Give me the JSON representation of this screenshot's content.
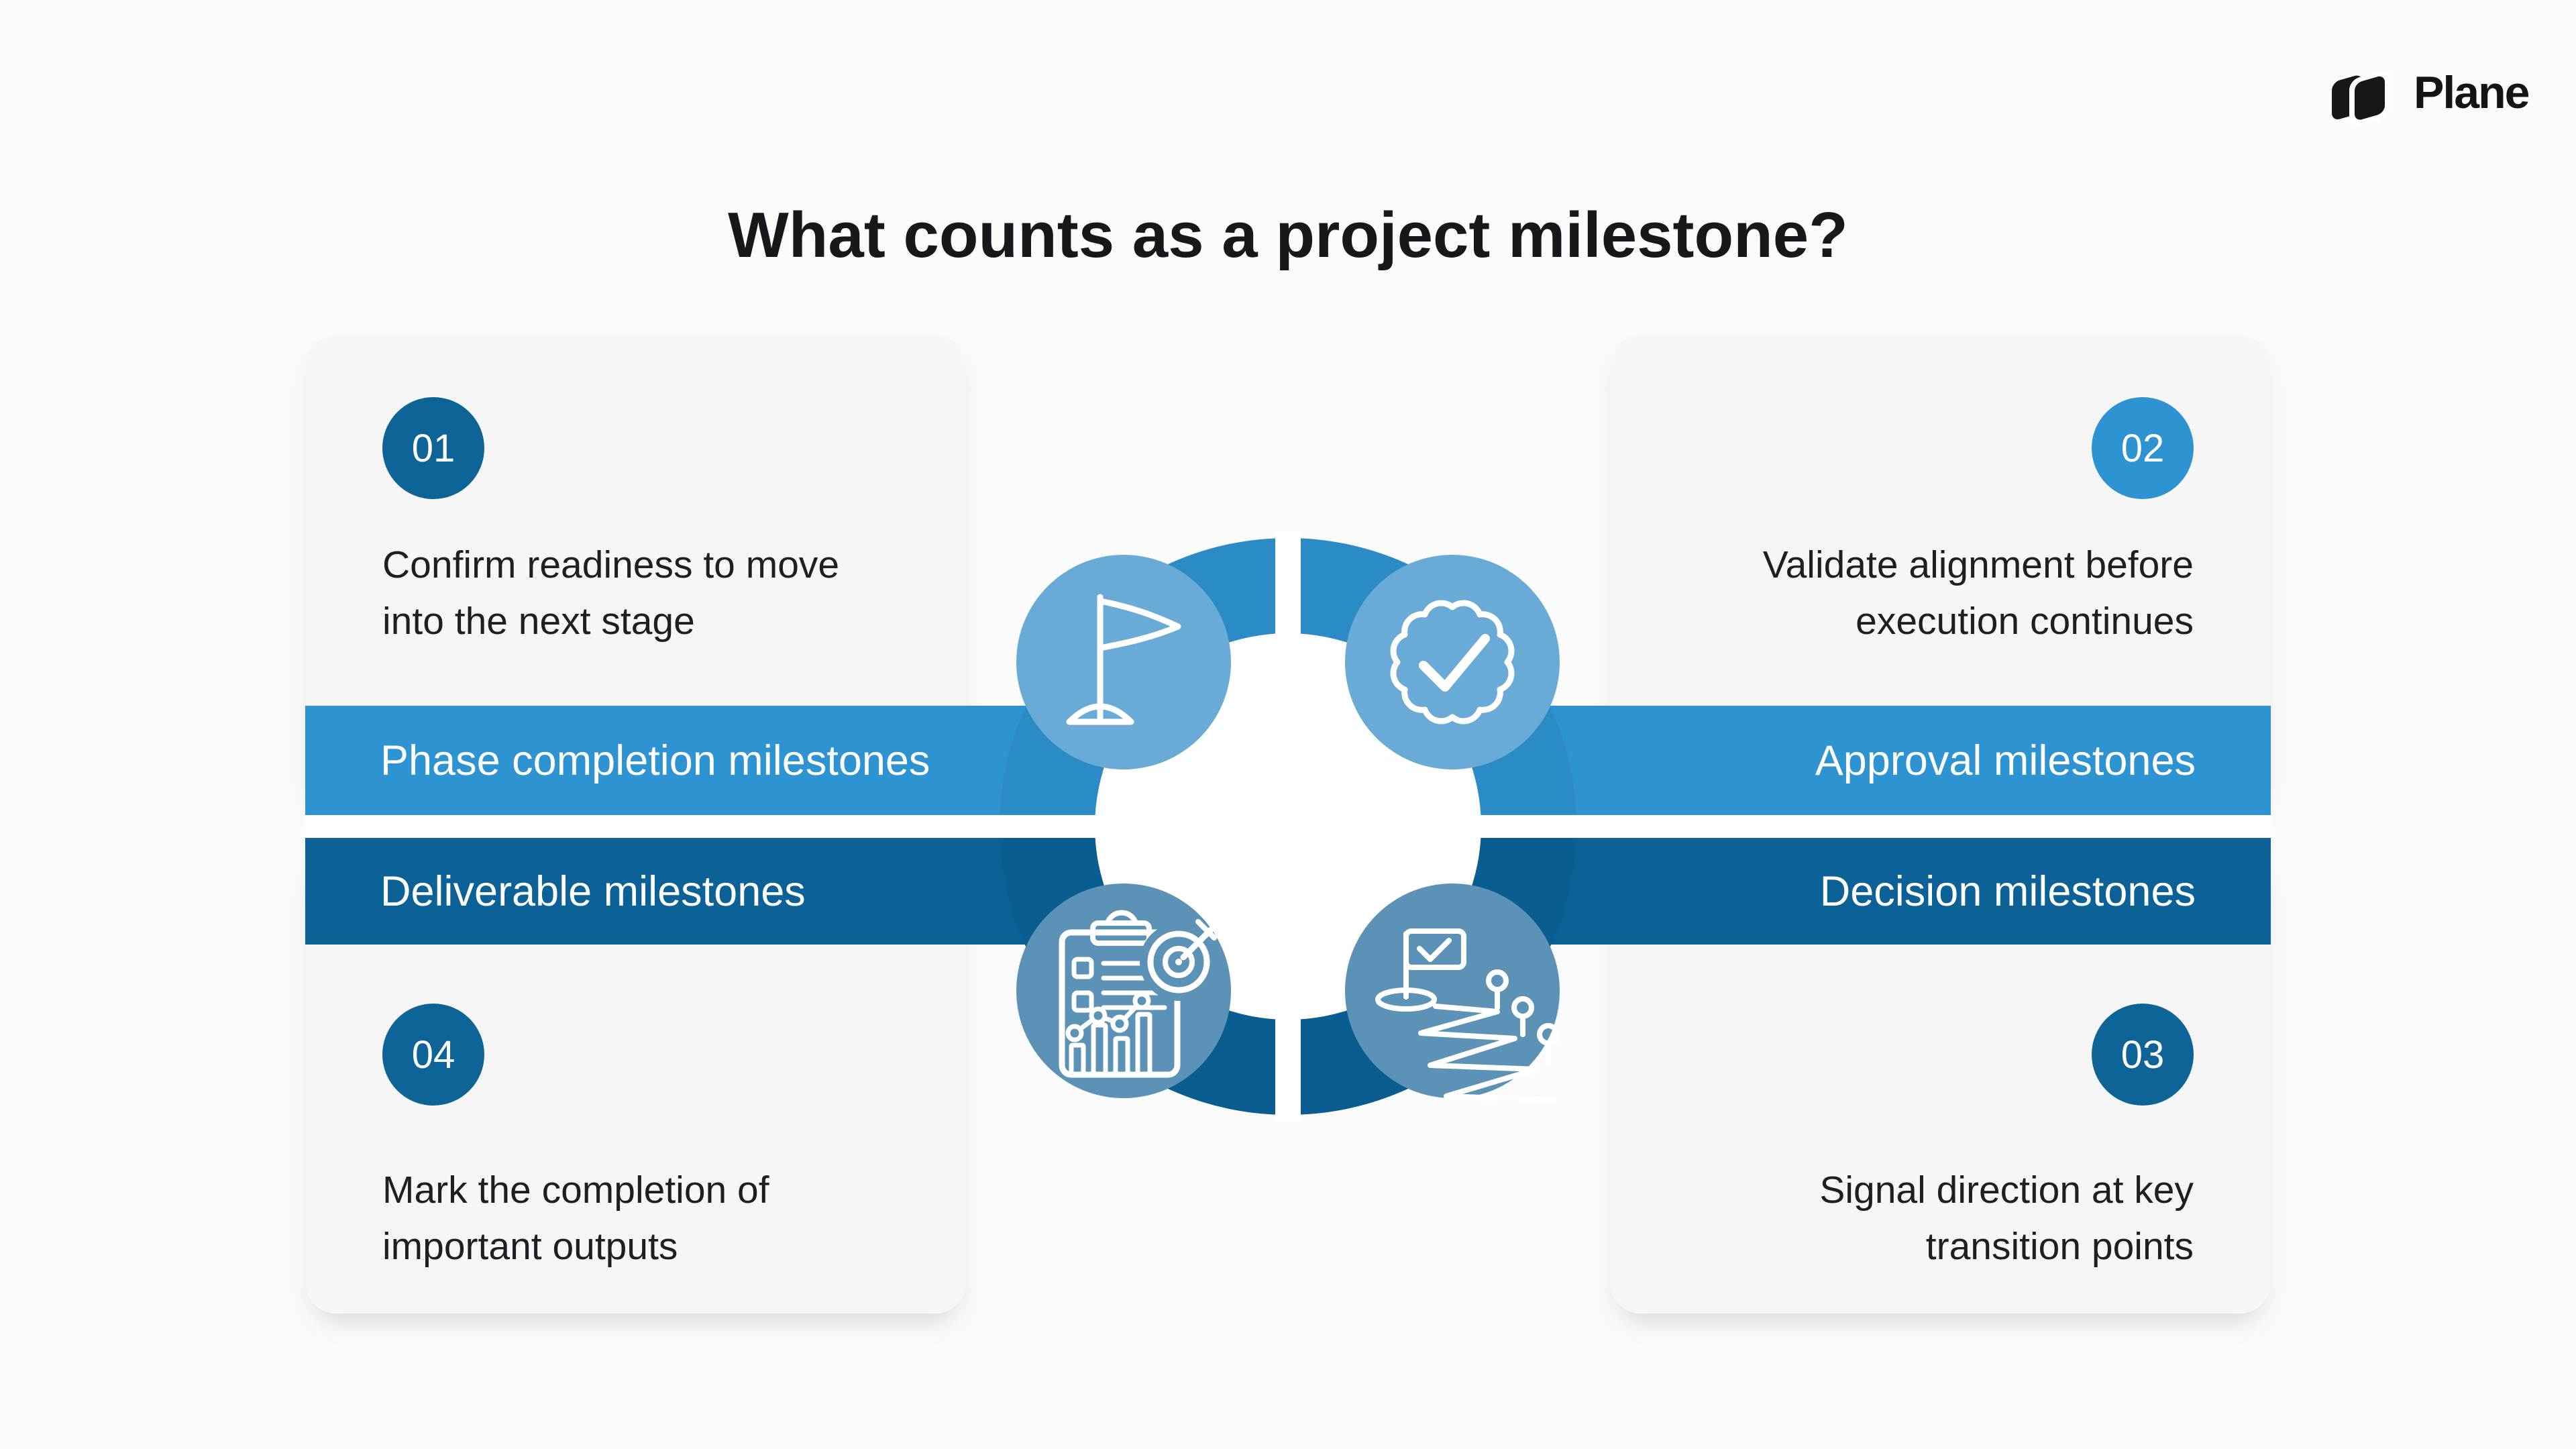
{
  "logo": {
    "text": "Plane",
    "icon": "plane-logo-mark"
  },
  "title": "What counts as a project milestone?",
  "quadrants": {
    "top_left": {
      "number": "01",
      "lines": [
        "Confirm readiness to move",
        "into the next stage"
      ],
      "banner": "Phase completion milestones",
      "icon": "flag-icon"
    },
    "top_right": {
      "number": "02",
      "lines": [
        "Validate alignment before",
        "execution continues"
      ],
      "banner": "Approval milestones",
      "icon": "seal-check-icon"
    },
    "bottom_right": {
      "number": "03",
      "lines": [
        "Signal direction at key",
        "transition points"
      ],
      "banner": "Decision milestones",
      "icon": "milestone-path-icon"
    },
    "bottom_left": {
      "number": "04",
      "lines": [
        "Mark the completion of",
        "important outputs"
      ],
      "banner": "Deliverable milestones",
      "icon": "report-target-icon"
    }
  },
  "colors": {
    "banner_light": "#2E94D1",
    "banner_dark": "#0C6296",
    "arc_light": "#2A8BC6",
    "arc_dark": "#095D90",
    "icon_circle_top": "#69ABD6",
    "icon_circle_bottom": "#5D92B7",
    "badge_dark": "#0F6497",
    "badge_light": "#2E94D1",
    "card_bg": "#F6F6F7",
    "page_bg": "#FBFBFC",
    "text_dark": "#1E1F23",
    "logo_black": "#17171B"
  }
}
